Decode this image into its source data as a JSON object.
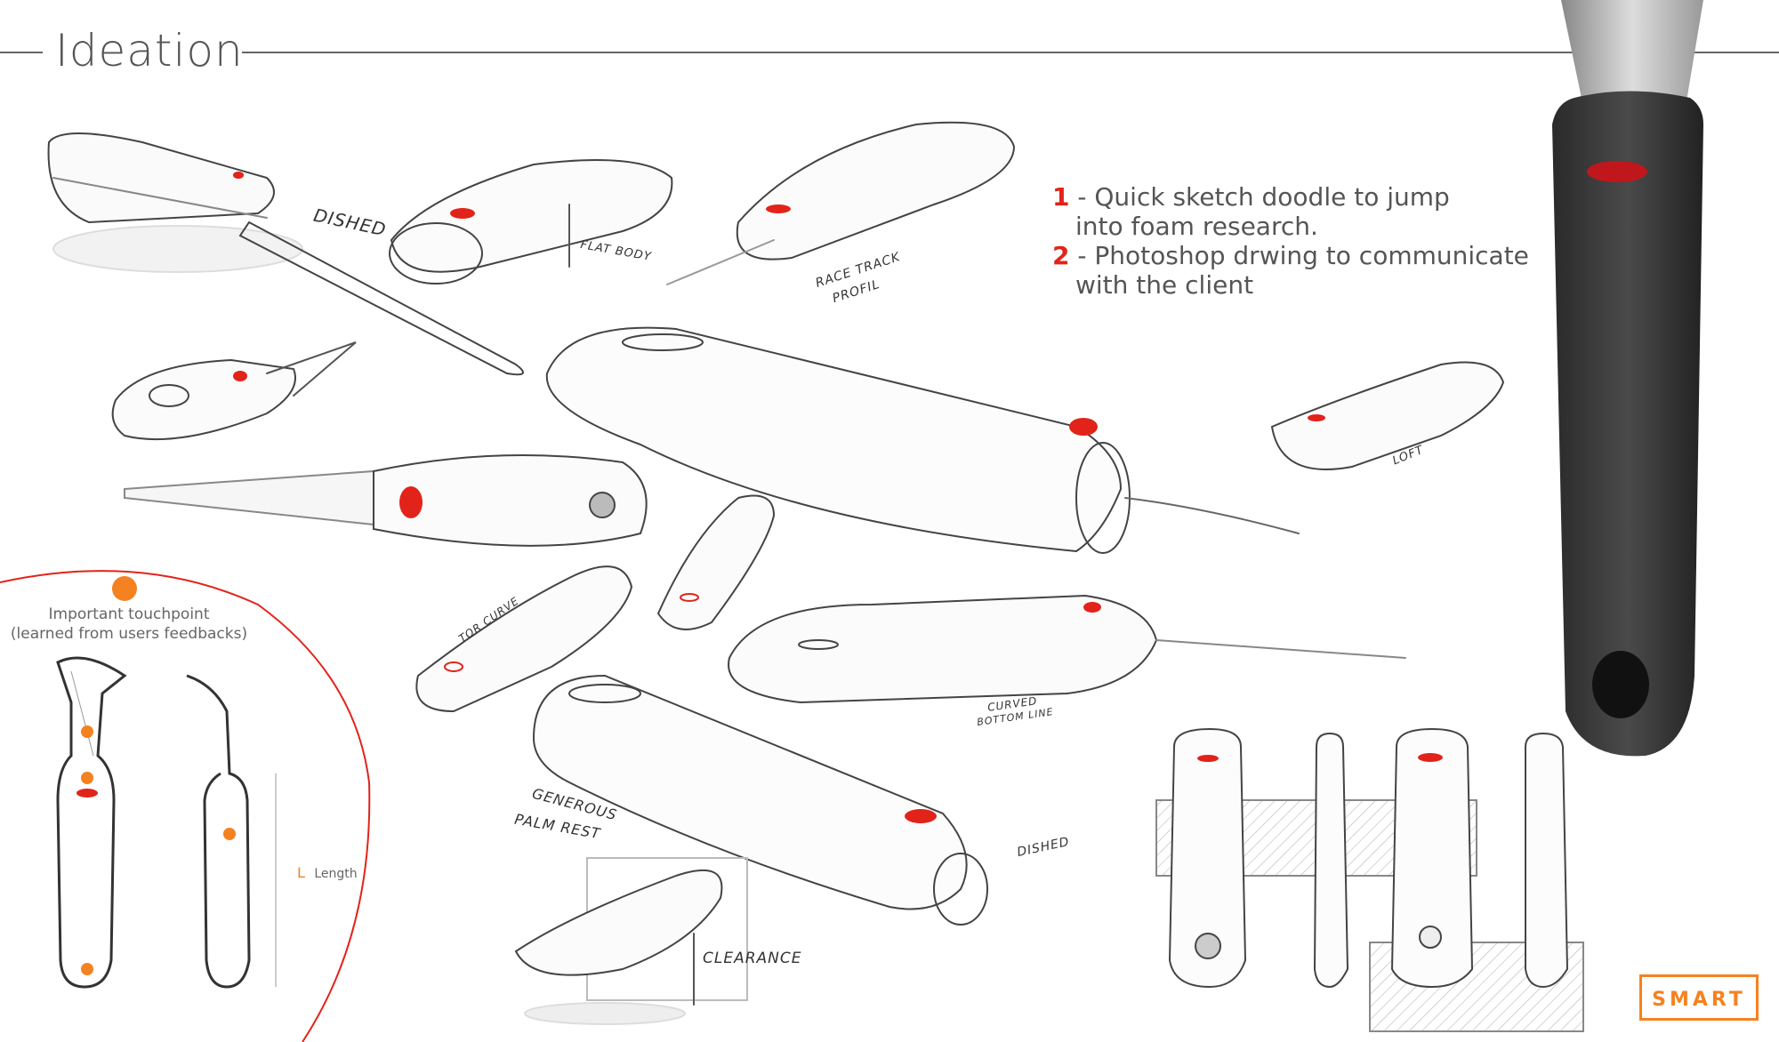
{
  "header": {
    "title": "Ideation"
  },
  "notes": [
    {
      "num": "1",
      "line1": "- Quick sketch doodle to jump",
      "line2": "into foam research."
    },
    {
      "num": "2",
      "line1": "- Photoshop drwing to communicate",
      "line2": "with the client"
    }
  ],
  "legend": {
    "touchpoint_line1": "Important touchpoint",
    "touchpoint_line2": "(learned from users feedbacks)",
    "length_letter": "L",
    "length_label": "Length"
  },
  "annotations": {
    "dished_1": "DISHED",
    "flat_body": "FLAT BODY",
    "race_track_1": "RACE TRACK",
    "race_track_2": "PROFIL",
    "loft": "LOFT",
    "tor_curve": "TOR CURVE",
    "curved_1": "CURVED",
    "curved_2": "BOTTOM LINE",
    "generous_1": "GENEROUS",
    "generous_2": "PALM REST",
    "dished_2": "DISHED",
    "clearance": "CLEARANCE"
  },
  "brand": {
    "logo": "SMART",
    "accent": "#f58220",
    "red": "#e2231a"
  }
}
